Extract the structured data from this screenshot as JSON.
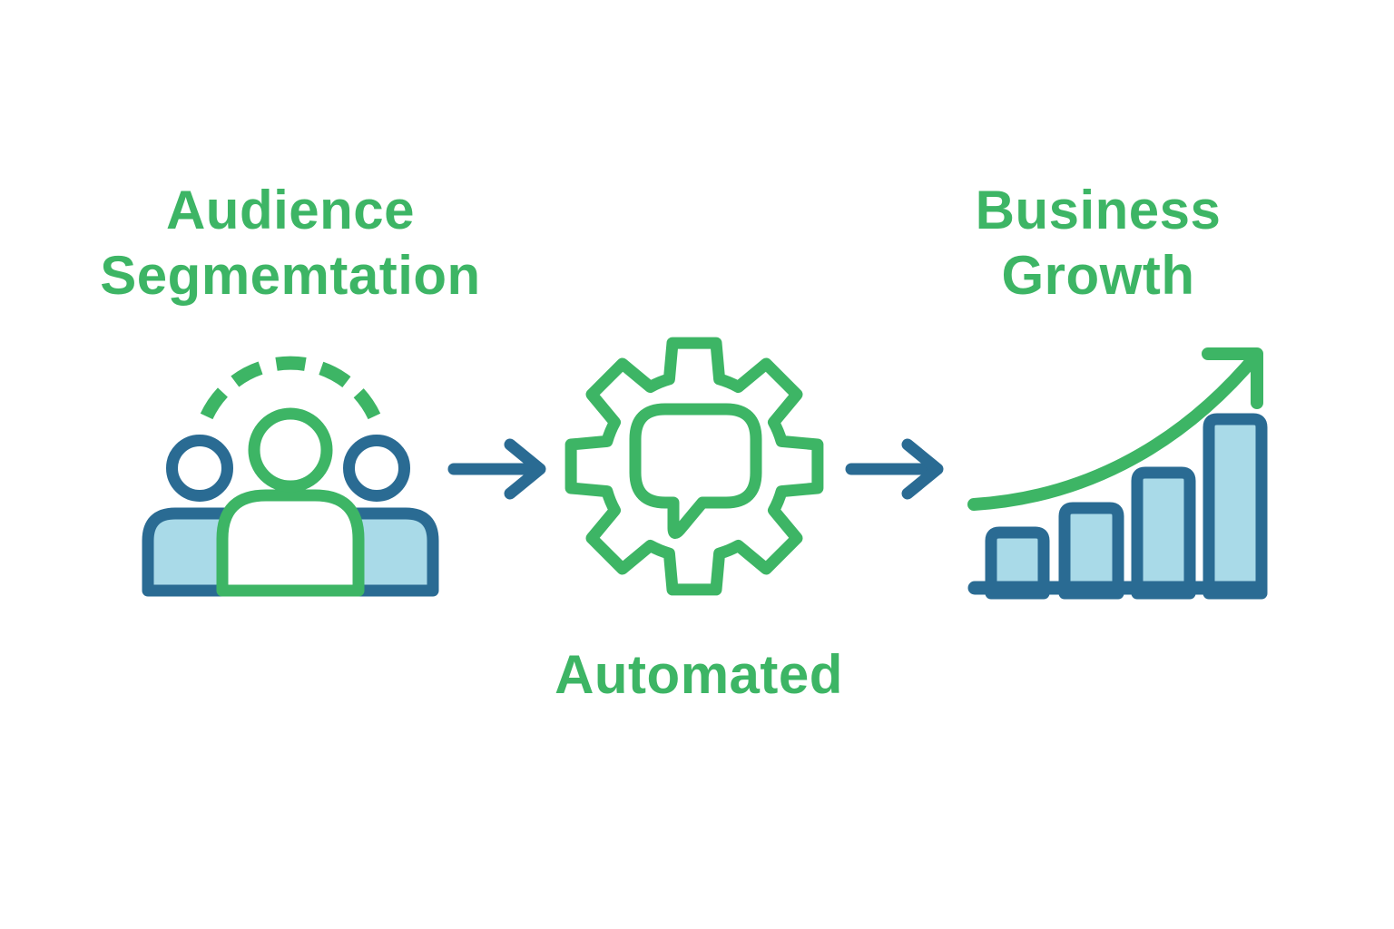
{
  "colors": {
    "green": "#3db565",
    "blue": "#2a6b93",
    "light_blue": "#a9dae8",
    "background": "#ffffff"
  },
  "labels": {
    "audience": {
      "line1": "Audience",
      "line2": "Segmemtation"
    },
    "automated": "Automated",
    "growth": {
      "line1": "Business",
      "line2": "Growth"
    }
  },
  "icons": {
    "audience": "audience-group-icon",
    "flow_arrow_1": "arrow-right-icon",
    "automation": "gear-speech-bubble-icon",
    "flow_arrow_2": "arrow-right-icon",
    "growth": "bar-chart-growth-arrow-icon"
  }
}
